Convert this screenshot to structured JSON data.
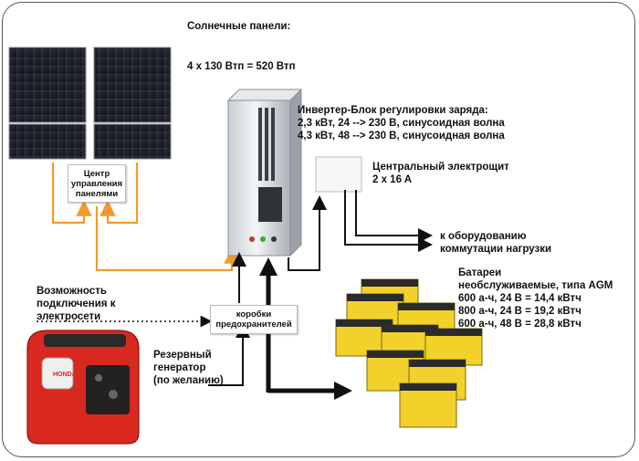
{
  "solar": {
    "title": "Солнечные панели:",
    "spec": "4 x 130 Втп = 520 Втп"
  },
  "panel_controller": {
    "line1": "Центр",
    "line2": "управления",
    "line3": "панелями"
  },
  "inverter": {
    "title": "Инвертер-Блок регулировки заряда:",
    "spec1": "2,3 кВт, 24 --> 230 В, синусоидная волна",
    "spec2": "4,3 кВт, 48 --> 230 В, синусоидная волна"
  },
  "switchboard": {
    "title": "Центральный электрощит",
    "spec": "2 x 16 A"
  },
  "load": {
    "line1": "к оборудованию",
    "line2": "коммутации нагрузки"
  },
  "batteries": {
    "title": "Батареи",
    "subtitle": "необслуживаемые, типа AGM",
    "spec1": "600 а-ч, 24 В = 14,4 кВтч",
    "spec2": "800 а-ч, 24 В = 19,2 кВтч",
    "spec3": "600 а-ч, 48 В = 28,8 кВтч"
  },
  "grid": {
    "line1": "Возможность",
    "line2": "подключения к",
    "line3": "электросети"
  },
  "fuse_box": {
    "line1": "коробки",
    "line2": "предохранителей"
  },
  "generator": {
    "line1": "Резервный",
    "line2": "генератор",
    "line3": "(по желанию)",
    "brand": "HONDA"
  },
  "colors": {
    "orange_wire": "#f39a2c",
    "black_wire": "#111111",
    "generator_red": "#d8281f",
    "battery_yellow": "#f2d22a"
  }
}
